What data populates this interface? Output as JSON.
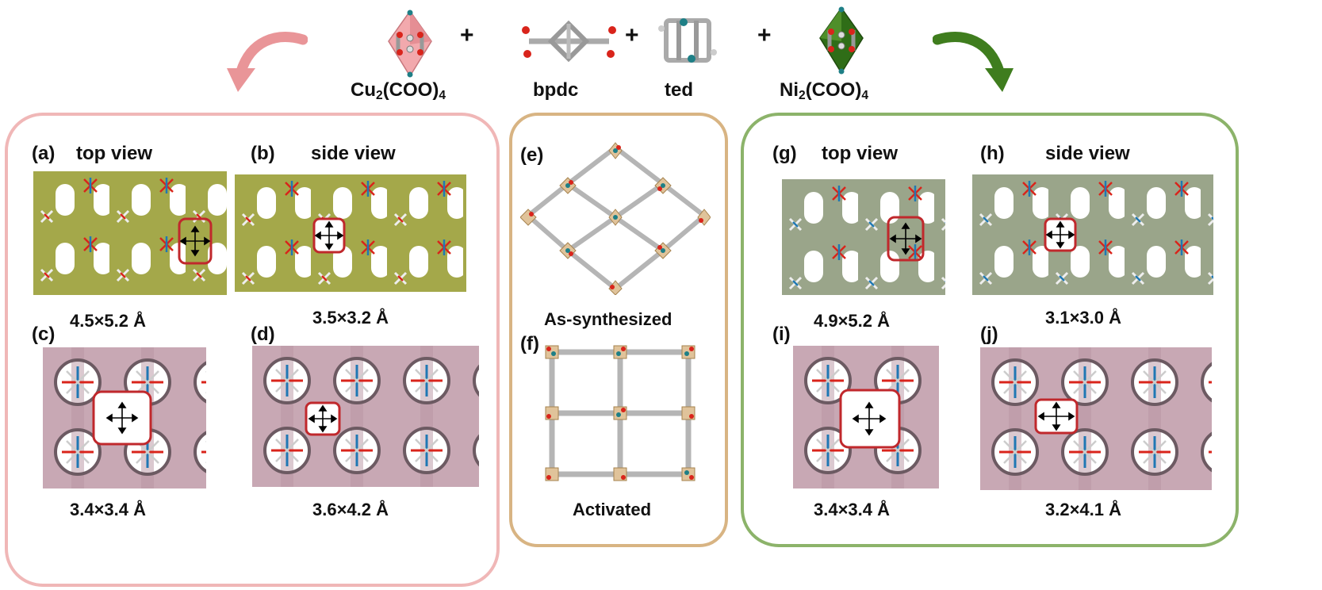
{
  "header": {
    "components": [
      {
        "id": "cu",
        "formula": {
          "base": "Cu",
          "sub1": "2",
          "mid": "(COO)",
          "sub2": "4"
        }
      },
      {
        "id": "bpdc",
        "label": "bpdc"
      },
      {
        "id": "ted",
        "label": "ted"
      },
      {
        "id": "ni",
        "formula": {
          "base": "Ni",
          "sub1": "2",
          "mid": "(COO)",
          "sub2": "4"
        }
      }
    ],
    "plus_sign": "+"
  },
  "colors": {
    "cu_panel_border": "#f0b7b7",
    "center_panel_border": "#d8b483",
    "ni_panel_border": "#8cb36a",
    "olive_surface": "#a4a84a",
    "grey_green_surface": "#9aa58a",
    "pink_surface": "#c8a8b4",
    "highlight_box": "#c0282c",
    "cu_arrow": "#e99598",
    "ni_arrow": "#3f7d1e"
  },
  "panels": {
    "a": {
      "tag": "(a)",
      "view": "top view",
      "dim": "4.5×5.2 Å"
    },
    "b": {
      "tag": "(b)",
      "view": "side view",
      "dim": "3.5×3.2 Å"
    },
    "c": {
      "tag": "(c)",
      "dim": "3.4×3.4 Å"
    },
    "d": {
      "tag": "(d)",
      "dim": "3.6×4.2 Å"
    },
    "e": {
      "tag": "(e)",
      "caption": "As-synthesized"
    },
    "f": {
      "tag": "(f)",
      "caption": "Activated"
    },
    "g": {
      "tag": "(g)",
      "view": "top view",
      "dim": "4.9×5.2 Å"
    },
    "h": {
      "tag": "(h)",
      "view": "side view",
      "dim": "3.1×3.0 Å"
    },
    "i": {
      "tag": "(i)",
      "dim": "3.4×3.4 Å"
    },
    "j": {
      "tag": "(j)",
      "dim": "3.2×4.1 Å"
    }
  }
}
